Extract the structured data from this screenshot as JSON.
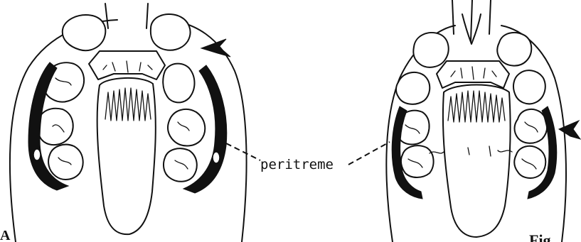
{
  "figure": {
    "panel_left_label": "A",
    "callout_label": "peritreme",
    "corner_label": "Fig. ",
    "ink_color": "#111111",
    "background_color": "#ffffff"
  }
}
